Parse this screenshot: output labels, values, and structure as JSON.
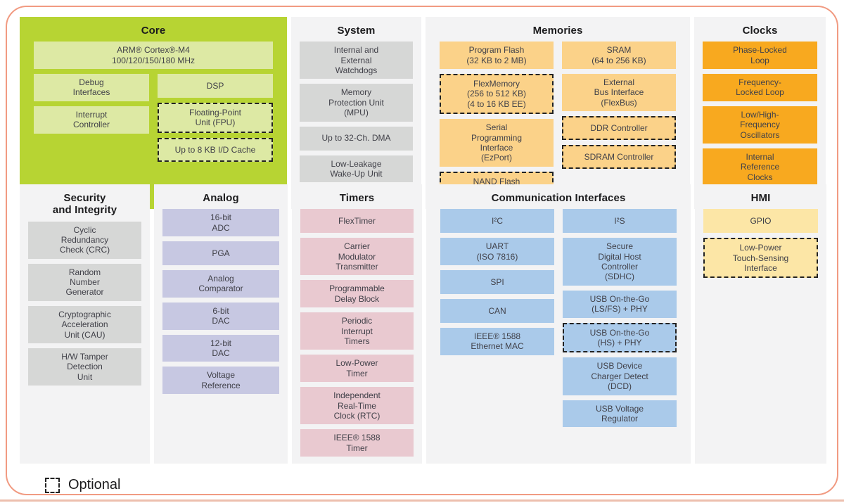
{
  "legend": {
    "label": "Optional"
  },
  "colors": {
    "frame_border": "#f19b82",
    "bottom_bar": "#edbfae",
    "panel_background": "#f3f3f4",
    "core_panel": "#b7d433",
    "core_block": "#dde9a4",
    "system_security_block": "#d6d7d6",
    "memories_block": "#fbd289",
    "clocks_block": "#f8a91f",
    "analog_block": "#c7c8e2",
    "timers_block": "#e9c9d0",
    "communication_block": "#aacaea",
    "hmi_block": "#fce6a6",
    "optional_border": "#222222"
  },
  "panels": {
    "core": {
      "title": "Core",
      "lead": {
        "text": "ARM® Cortex®-M4\n100/120/150/180 MHz"
      },
      "columns": [
        {
          "blocks": [
            {
              "text": "Debug\nInterfaces"
            },
            {
              "text": "Interrupt\nController"
            }
          ]
        },
        {
          "blocks": [
            {
              "text": "DSP"
            },
            {
              "text": "Floating-Point\nUnit (FPU)",
              "optional": true
            },
            {
              "text": "Up to 8 KB I/D Cache",
              "optional": true
            }
          ]
        }
      ]
    },
    "system": {
      "title": "System",
      "columns": [
        {
          "blocks": [
            {
              "text": "Internal and\nExternal\nWatchdogs"
            },
            {
              "text": "Memory\nProtection Unit\n(MPU)"
            },
            {
              "text": "Up to 32-Ch. DMA"
            },
            {
              "text": "Low-Leakage\nWake-Up Unit"
            }
          ]
        }
      ]
    },
    "memories": {
      "title": "Memories",
      "columns": [
        {
          "blocks": [
            {
              "text": "Program Flash\n(32 KB to 2 MB)"
            },
            {
              "text": "FlexMemory\n(256 to 512 KB)\n(4 to 16 KB EE)",
              "optional": true
            },
            {
              "text": "Serial\nProgramming\nInterface\n(EzPort)"
            },
            {
              "text": "NAND Flash\nController",
              "optional": true
            }
          ]
        },
        {
          "blocks": [
            {
              "text": "SRAM\n(64 to 256 KB)"
            },
            {
              "text": "External\nBus Interface\n(FlexBus)"
            },
            {
              "text": "DDR Controller",
              "optional": true
            },
            {
              "text": "SDRAM Controller",
              "optional": true
            }
          ]
        }
      ]
    },
    "clocks": {
      "title": "Clocks",
      "columns": [
        {
          "blocks": [
            {
              "text": "Phase-Locked\nLoop"
            },
            {
              "text": "Frequency-\nLocked Loop"
            },
            {
              "text": "Low/High-\nFrequency\nOscillators"
            },
            {
              "text": "Internal\nReference\nClocks"
            }
          ]
        }
      ]
    },
    "security": {
      "title": "Security\nand Integrity",
      "columns": [
        {
          "blocks": [
            {
              "text": "Cyclic\nRedundancy\nCheck (CRC)"
            },
            {
              "text": "Random\nNumber\nGenerator"
            },
            {
              "text": "Cryptographic\nAcceleration\nUnit (CAU)"
            },
            {
              "text": "H/W Tamper\nDetection\nUnit"
            }
          ]
        }
      ]
    },
    "analog": {
      "title": "Analog",
      "columns": [
        {
          "blocks": [
            {
              "text": "16-bit\nADC"
            },
            {
              "text": "PGA"
            },
            {
              "text": "Analog\nComparator"
            },
            {
              "text": "6-bit\nDAC"
            },
            {
              "text": "12-bit\nDAC"
            },
            {
              "text": "Voltage\nReference"
            }
          ]
        }
      ]
    },
    "timers": {
      "title": "Timers",
      "columns": [
        {
          "blocks": [
            {
              "text": "FlexTimer"
            },
            {
              "text": "Carrier\nModulator\nTransmitter"
            },
            {
              "text": "Programmable\nDelay Block"
            },
            {
              "text": "Periodic\nInterrupt\nTimers"
            },
            {
              "text": "Low-Power\nTimer"
            },
            {
              "text": "Independent\nReal-Time\nClock (RTC)"
            },
            {
              "text": "IEEE® 1588\nTimer"
            }
          ]
        }
      ]
    },
    "communication": {
      "title": "Communication Interfaces",
      "columns": [
        {
          "blocks": [
            {
              "text": "I²C"
            },
            {
              "text": "UART\n(ISO 7816)"
            },
            {
              "text": "SPI"
            },
            {
              "text": "CAN"
            },
            {
              "text": "IEEE® 1588\nEthernet MAC"
            }
          ]
        },
        {
          "blocks": [
            {
              "text": "I²S"
            },
            {
              "text": "Secure\nDigital Host\nController\n(SDHC)"
            },
            {
              "text": "USB On-the-Go\n(LS/FS) + PHY"
            },
            {
              "text": "USB On-the-Go\n(HS) + PHY",
              "optional": true
            },
            {
              "text": "USB Device\nCharger Detect\n(DCD)"
            },
            {
              "text": "USB Voltage\nRegulator"
            }
          ]
        }
      ]
    },
    "hmi": {
      "title": "HMI",
      "columns": [
        {
          "blocks": [
            {
              "text": "GPIO"
            },
            {
              "text": "Low-Power\nTouch-Sensing\nInterface",
              "optional": true
            }
          ]
        }
      ]
    }
  }
}
